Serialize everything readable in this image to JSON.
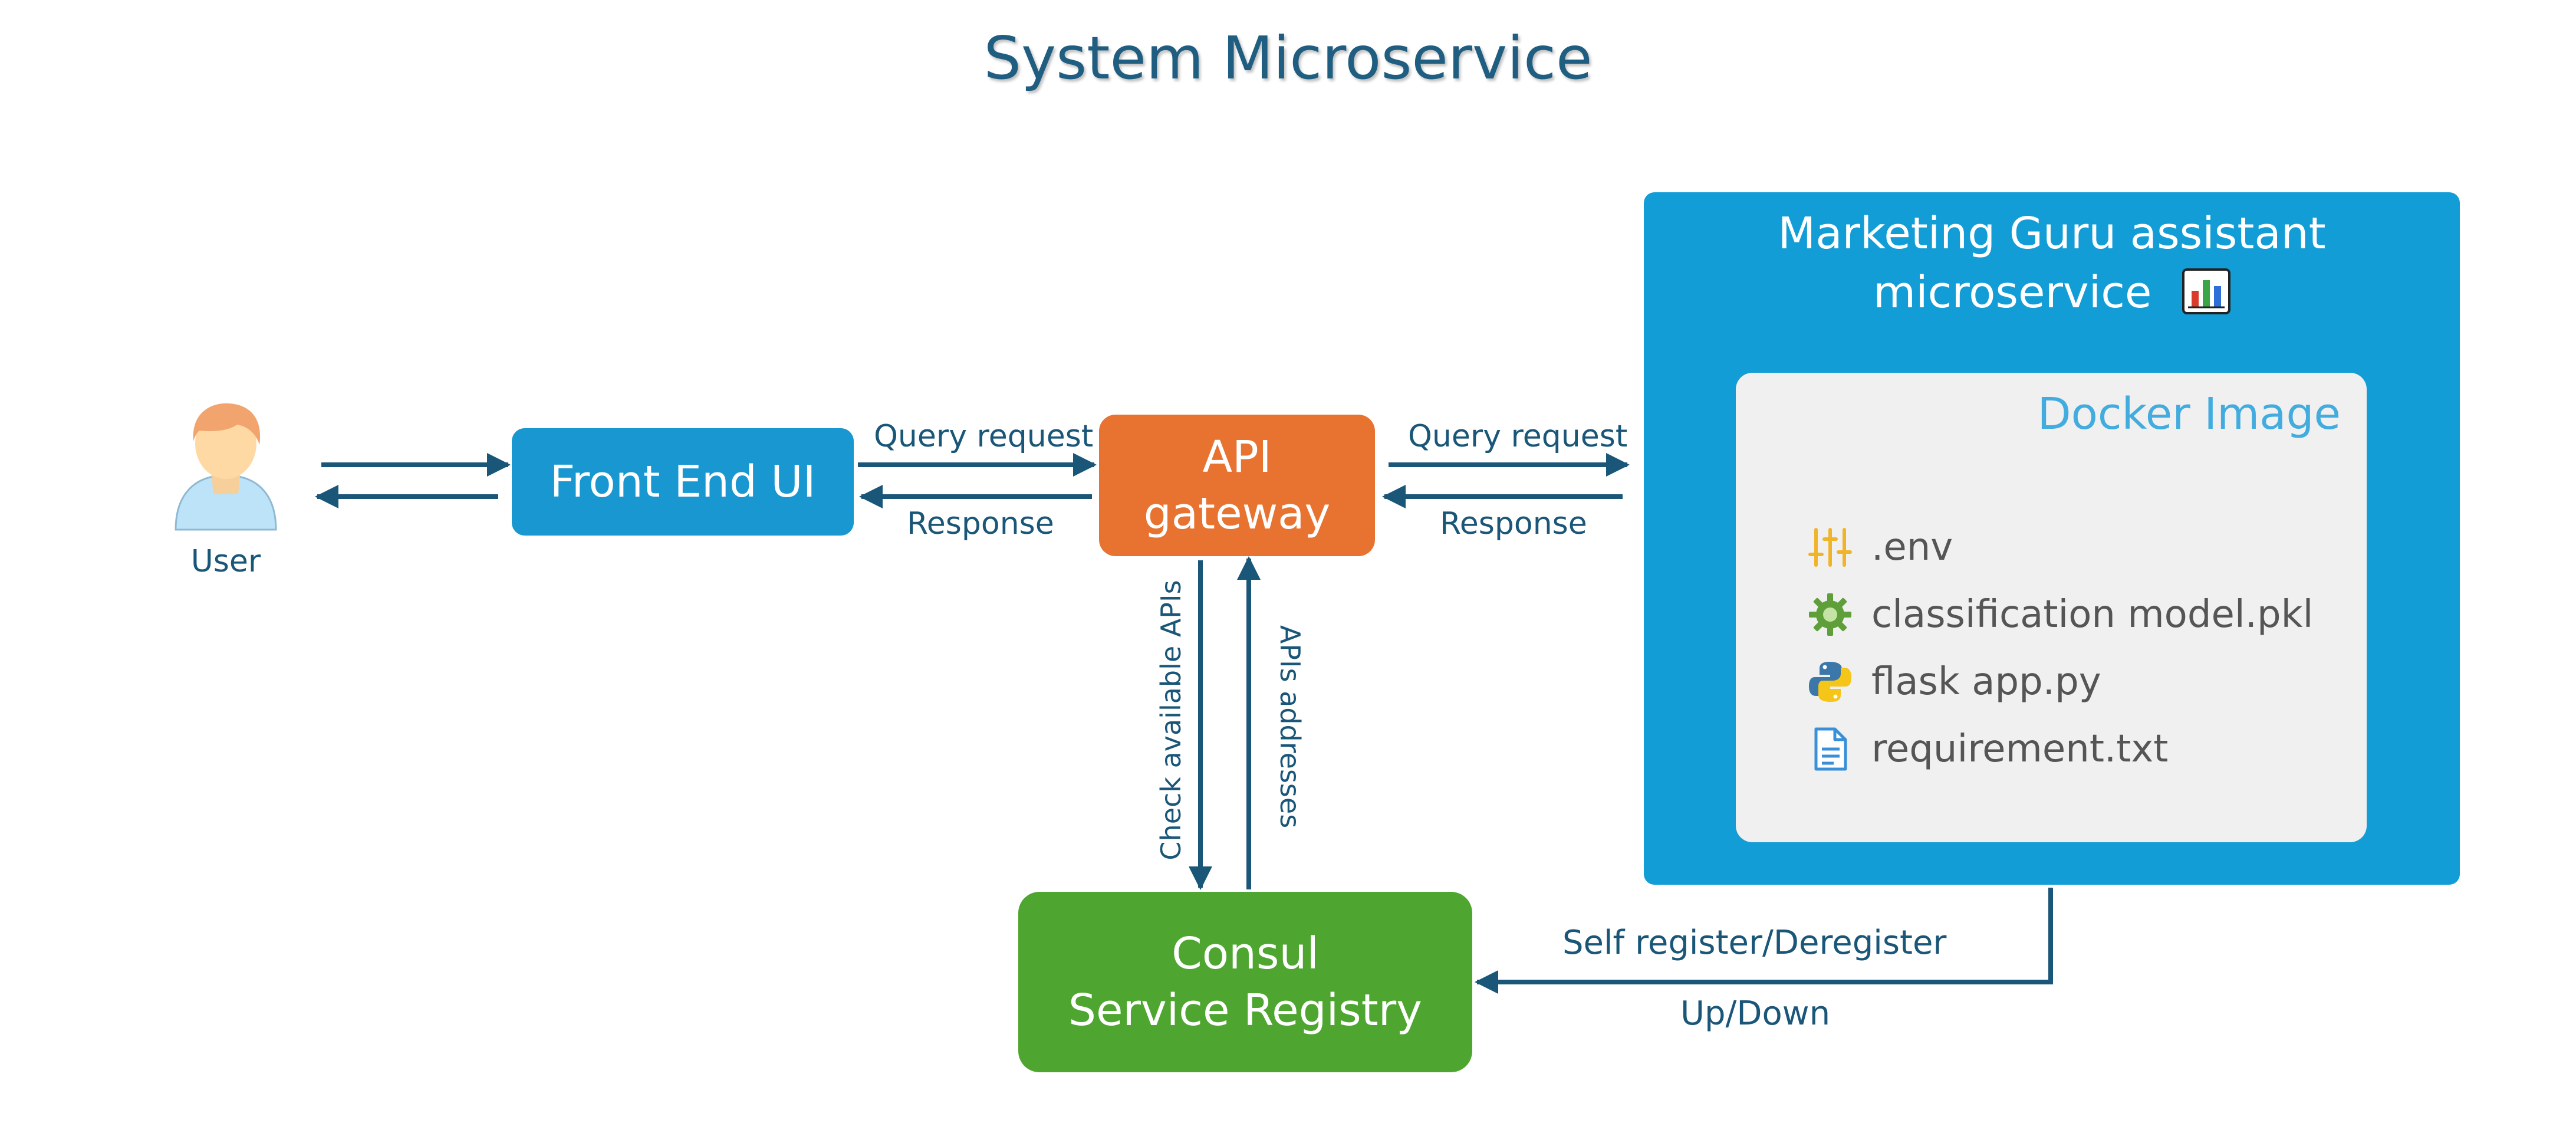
{
  "title": "System Microservice",
  "user": {
    "label": "User"
  },
  "front_end": {
    "label": "Front End UI"
  },
  "api_gateway": {
    "line1": "API",
    "line2": "gateway"
  },
  "consul": {
    "line1": "Consul",
    "line2": "Service Registry"
  },
  "microservice": {
    "line1": "Marketing Guru assistant",
    "line2": "microservice",
    "icon": "bar-chart-icon"
  },
  "docker": {
    "title": "Docker Image",
    "files": [
      {
        "name": ".env",
        "icon": "sliders-icon"
      },
      {
        "name": "classification model.pkl",
        "icon": "gear-icon"
      },
      {
        "name": "flask app.py",
        "icon": "python-icon"
      },
      {
        "name": "requirement.txt",
        "icon": "document-icon"
      }
    ]
  },
  "edges": {
    "front_to_gateway_request": "Query request",
    "gateway_to_front_response": "Response",
    "gateway_to_service_request": "Query request",
    "service_to_gateway_response": "Response",
    "gateway_to_consul": "Check available APIs",
    "consul_to_gateway": "APIs addresses",
    "service_to_consul_top": "Self register/Deregister",
    "service_to_consul_bottom": "Up/Down"
  },
  "colors": {
    "title": "#1f5e80",
    "arrow": "#1a5678",
    "front_end": "#1897d0",
    "api_gateway": "#e87331",
    "consul": "#4ea630",
    "microservice": "#129dd6",
    "docker": "#f0f0f0",
    "docker_title": "#43acdf"
  }
}
